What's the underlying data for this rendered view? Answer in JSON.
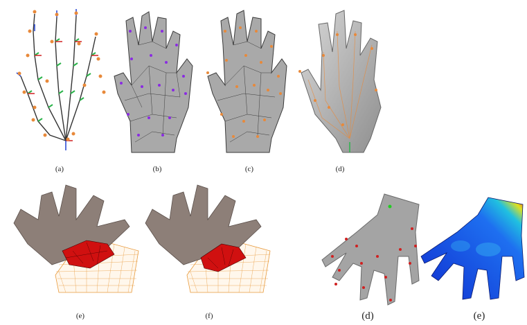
{
  "figure": {
    "captions": {
      "a": "(a)",
      "b": "(b)",
      "c": "(c)",
      "d_top": "(d)",
      "e_mesh": "(e)",
      "f": "(f)",
      "d_bottom": "(d)",
      "e_heat": "(e)"
    }
  },
  "colors": {
    "mesh_gray": "#a9a9a9",
    "mesh_line": "#3a3a3a",
    "marker_purple": "#8a2be2",
    "marker_orange": "#e8893a",
    "skin_brown": "#8d7f78",
    "wire_orange": "#e89a3c",
    "collision_red": "#d01010",
    "heat_blue": "#1030d0"
  }
}
